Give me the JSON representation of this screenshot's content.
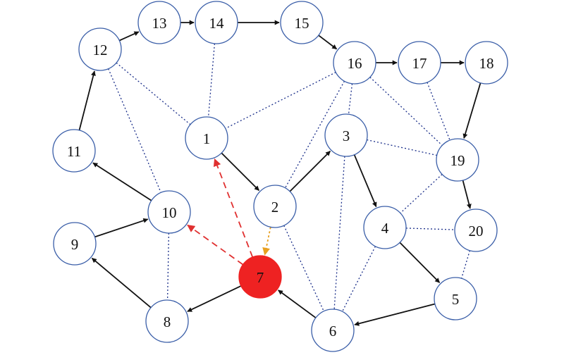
{
  "colors": {
    "node_stroke": "#3a5ea8",
    "highlight_node": "#ee2222",
    "solid_edge": "#111111",
    "dotted_edge": "#1b2f8a",
    "red_dashed_edge": "#e03030",
    "orange_dashed_edge": "#e8a020"
  },
  "nodes": [
    {
      "id": "1",
      "label": "1",
      "highlight": false
    },
    {
      "id": "2",
      "label": "2",
      "highlight": false
    },
    {
      "id": "3",
      "label": "3",
      "highlight": false
    },
    {
      "id": "4",
      "label": "4",
      "highlight": false
    },
    {
      "id": "5",
      "label": "5",
      "highlight": false
    },
    {
      "id": "6",
      "label": "6",
      "highlight": false
    },
    {
      "id": "7",
      "label": "7",
      "highlight": true
    },
    {
      "id": "8",
      "label": "8",
      "highlight": false
    },
    {
      "id": "9",
      "label": "9",
      "highlight": false
    },
    {
      "id": "10",
      "label": "10",
      "highlight": false
    },
    {
      "id": "11",
      "label": "11",
      "highlight": false
    },
    {
      "id": "12",
      "label": "12",
      "highlight": false
    },
    {
      "id": "13",
      "label": "13",
      "highlight": false
    },
    {
      "id": "14",
      "label": "14",
      "highlight": false
    },
    {
      "id": "15",
      "label": "15",
      "highlight": false
    },
    {
      "id": "16",
      "label": "16",
      "highlight": false
    },
    {
      "id": "17",
      "label": "17",
      "highlight": false
    },
    {
      "id": "18",
      "label": "18",
      "highlight": false
    },
    {
      "id": "19",
      "label": "19",
      "highlight": false
    },
    {
      "id": "20",
      "label": "20",
      "highlight": false
    }
  ],
  "edges": [
    {
      "from": "1",
      "to": "2",
      "style": "solid"
    },
    {
      "from": "2",
      "to": "3",
      "style": "solid"
    },
    {
      "from": "3",
      "to": "4",
      "style": "solid"
    },
    {
      "from": "4",
      "to": "5",
      "style": "solid"
    },
    {
      "from": "5",
      "to": "6",
      "style": "solid"
    },
    {
      "from": "6",
      "to": "7",
      "style": "solid"
    },
    {
      "from": "7",
      "to": "8",
      "style": "solid"
    },
    {
      "from": "8",
      "to": "9",
      "style": "solid"
    },
    {
      "from": "9",
      "to": "10",
      "style": "solid"
    },
    {
      "from": "10",
      "to": "11",
      "style": "solid"
    },
    {
      "from": "11",
      "to": "12",
      "style": "solid"
    },
    {
      "from": "12",
      "to": "13",
      "style": "solid"
    },
    {
      "from": "13",
      "to": "14",
      "style": "solid"
    },
    {
      "from": "14",
      "to": "15",
      "style": "solid"
    },
    {
      "from": "15",
      "to": "16",
      "style": "solid"
    },
    {
      "from": "16",
      "to": "17",
      "style": "solid"
    },
    {
      "from": "17",
      "to": "18",
      "style": "solid"
    },
    {
      "from": "18",
      "to": "19",
      "style": "solid"
    },
    {
      "from": "19",
      "to": "20",
      "style": "solid"
    },
    {
      "from": "7",
      "to": "1",
      "style": "red-dashed"
    },
    {
      "from": "7",
      "to": "10",
      "style": "red-dashed"
    },
    {
      "from": "2",
      "to": "7",
      "style": "orange-dashed"
    },
    {
      "from": "12",
      "to": "1",
      "style": "dotted"
    },
    {
      "from": "14",
      "to": "1",
      "style": "dotted"
    },
    {
      "from": "16",
      "to": "1",
      "style": "dotted"
    },
    {
      "from": "12",
      "to": "10",
      "style": "dotted"
    },
    {
      "from": "10",
      "to": "8",
      "style": "dotted"
    },
    {
      "from": "16",
      "to": "2",
      "style": "dotted"
    },
    {
      "from": "16",
      "to": "3",
      "style": "dotted"
    },
    {
      "from": "16",
      "to": "19",
      "style": "dotted"
    },
    {
      "from": "17",
      "to": "19",
      "style": "dotted"
    },
    {
      "from": "3",
      "to": "19",
      "style": "dotted"
    },
    {
      "from": "19",
      "to": "4",
      "style": "dotted"
    },
    {
      "from": "4",
      "to": "20",
      "style": "dotted"
    },
    {
      "from": "20",
      "to": "5",
      "style": "dotted"
    },
    {
      "from": "3",
      "to": "6",
      "style": "dotted"
    },
    {
      "from": "2",
      "to": "6",
      "style": "dotted"
    },
    {
      "from": "4",
      "to": "6",
      "style": "dotted"
    }
  ]
}
